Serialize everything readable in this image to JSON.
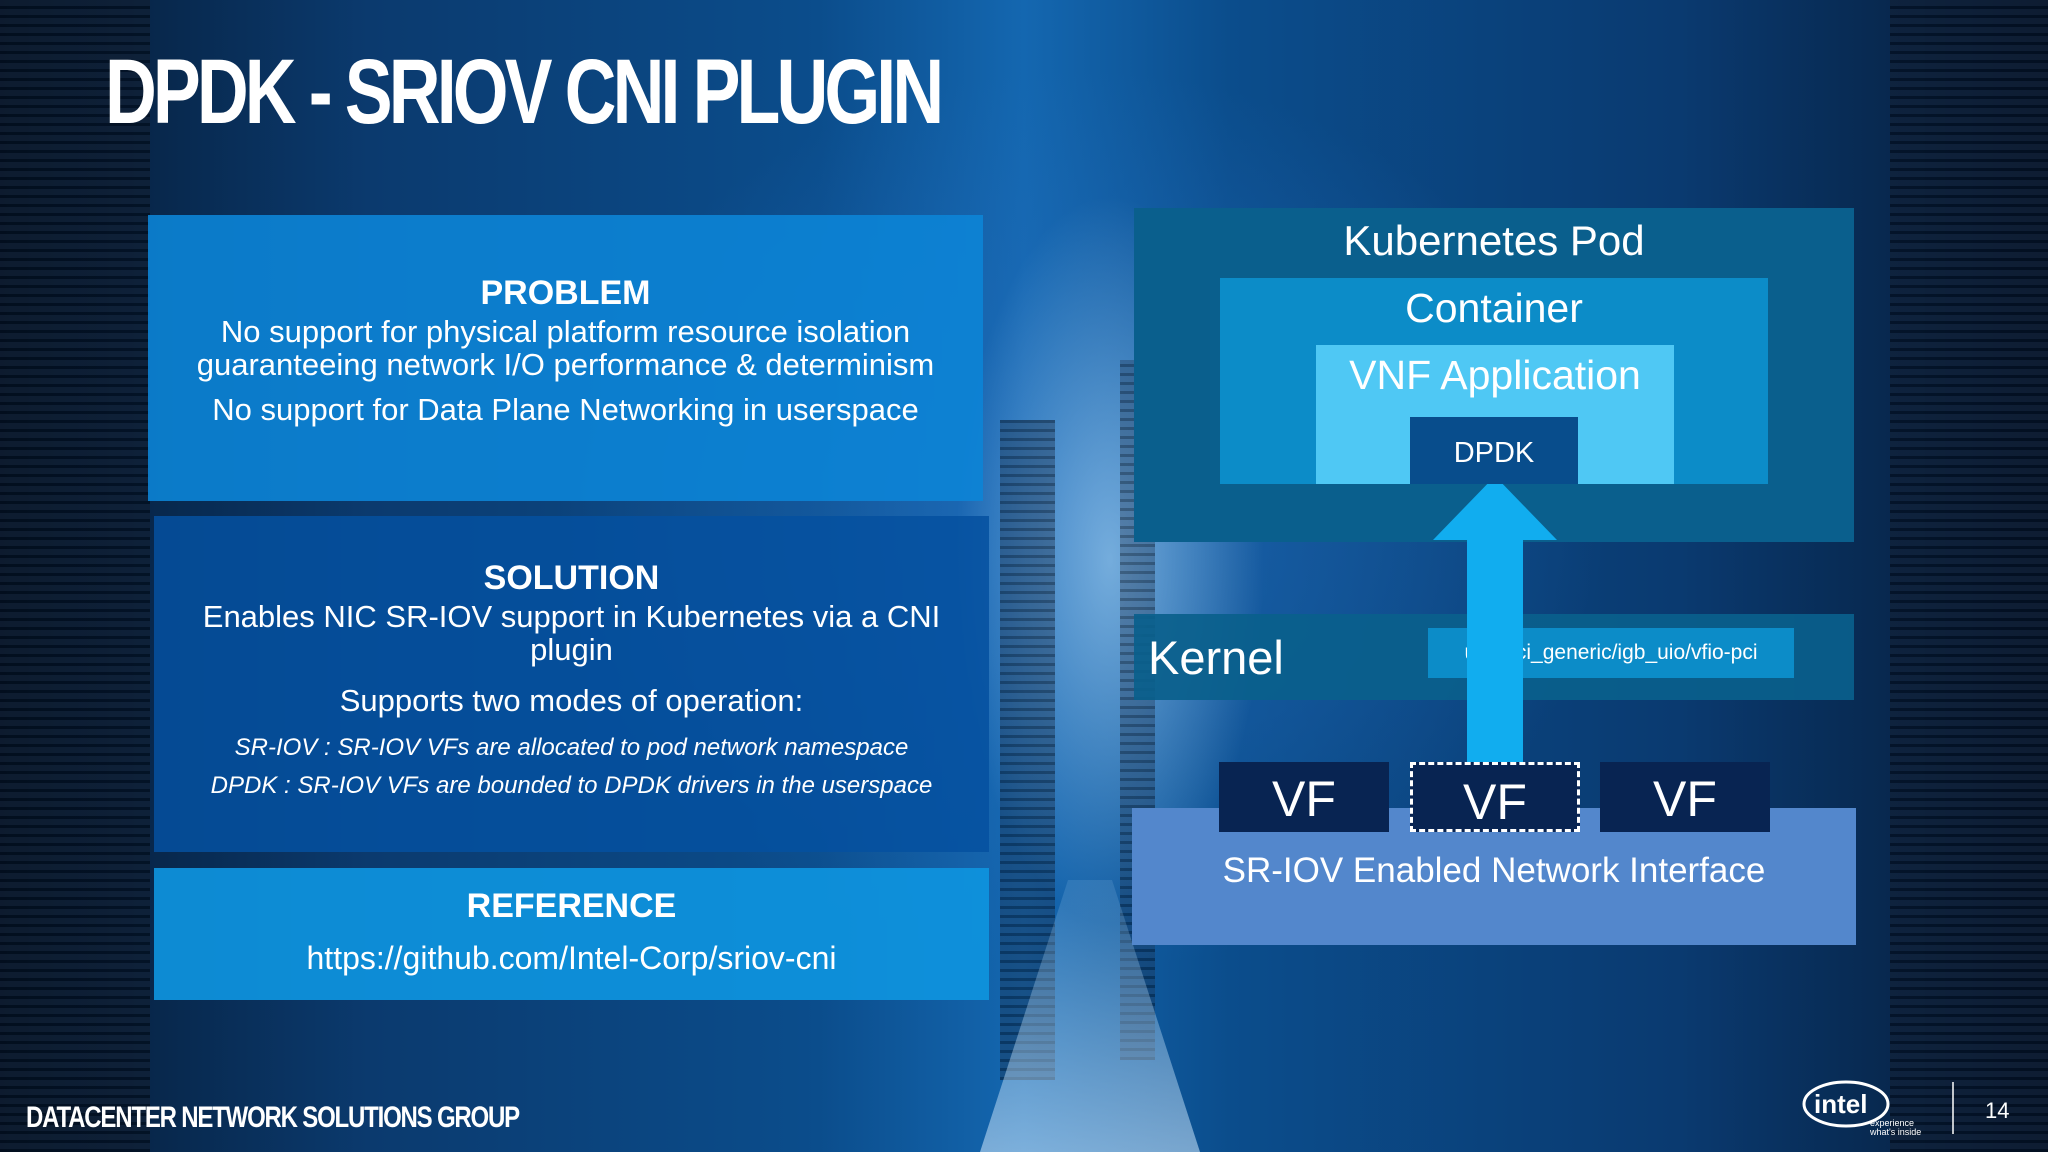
{
  "slide": {
    "title": "DPDK - SRIOV CNI PLUGIN",
    "footer_group": "DATACENTER NETWORK SOLUTIONS GROUP",
    "page_number": "14",
    "logo_text": "intel",
    "logo_tagline": [
      "experience",
      "what's inside"
    ]
  },
  "problem": {
    "heading": "PROBLEM",
    "lines": [
      "No support for physical platform resource isolation guaranteeing network I/O performance & determinism",
      "No support for Data Plane Networking in userspace"
    ]
  },
  "solution": {
    "heading": "SOLUTION",
    "line1": "Enables NIC SR-IOV support in Kubernetes via a CNI plugin",
    "line2": "Supports two modes of operation:",
    "modes": [
      "SR-IOV : SR-IOV VFs are allocated to pod network namespace",
      "DPDK :  SR-IOV VFs are bounded to DPDK drivers in the userspace"
    ]
  },
  "reference": {
    "heading": "REFERENCE",
    "url": "https://github.com/Intel-Corp/sriov-cni"
  },
  "diagram": {
    "pod": "Kubernetes Pod",
    "container": "Container",
    "vnf": "VNF Application",
    "dpdk": "DPDK",
    "kernel": "Kernel",
    "driver": "uio_pci_generic/igb_uio/vfio-pci",
    "vfs": [
      "VF",
      "VF",
      "VF"
    ],
    "nic": "SR-IOV Enabled Network Interface",
    "colors": {
      "pod": "#0a5f8d",
      "container": "#0c8cc8",
      "vnf": "#4fc8f4",
      "dpdk": "#084d8c",
      "arrow": "#11adef",
      "vf": "#082452",
      "nic": "#5387cc"
    }
  }
}
